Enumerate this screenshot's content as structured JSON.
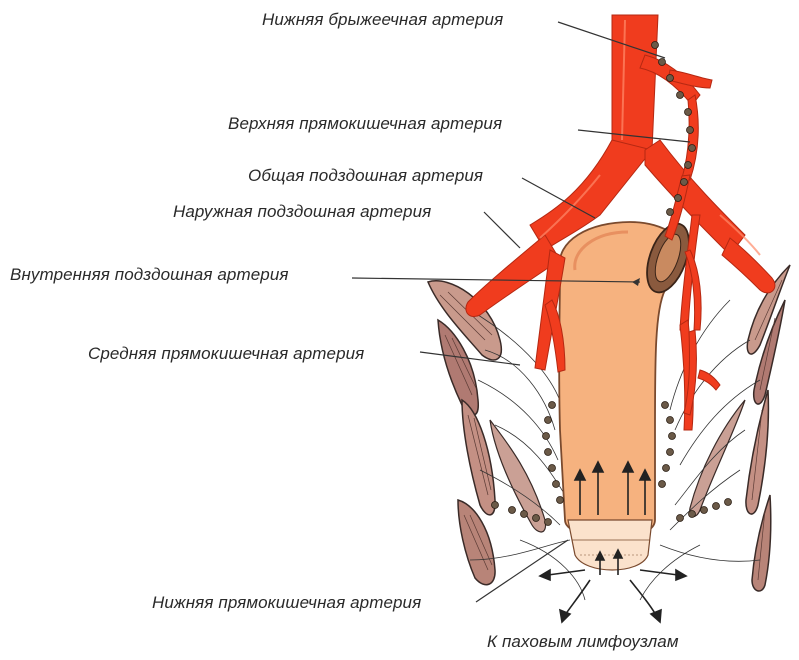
{
  "labels": {
    "inferior_mesenteric": "Нижняя брыжеечная артерия",
    "superior_rectal": "Верхняя прямокишечная артерия",
    "common_iliac": "Общая подздошная артерия",
    "external_iliac": "Наружная подздошная артерия",
    "internal_iliac": "Внутренняя подздошная артерия",
    "middle_rectal": "Средняя прямокишечная артерия",
    "inferior_rectal": "Нижняя прямокишечная артерия",
    "inguinal_nodes": "К паховым лимфоузлам"
  },
  "colors": {
    "artery": "#f03c1e",
    "rectum": "#f6b27f",
    "rectum_dark": "#e89060",
    "muscle": "#b07a72",
    "node": "#5a4a3a",
    "line": "#333333"
  }
}
